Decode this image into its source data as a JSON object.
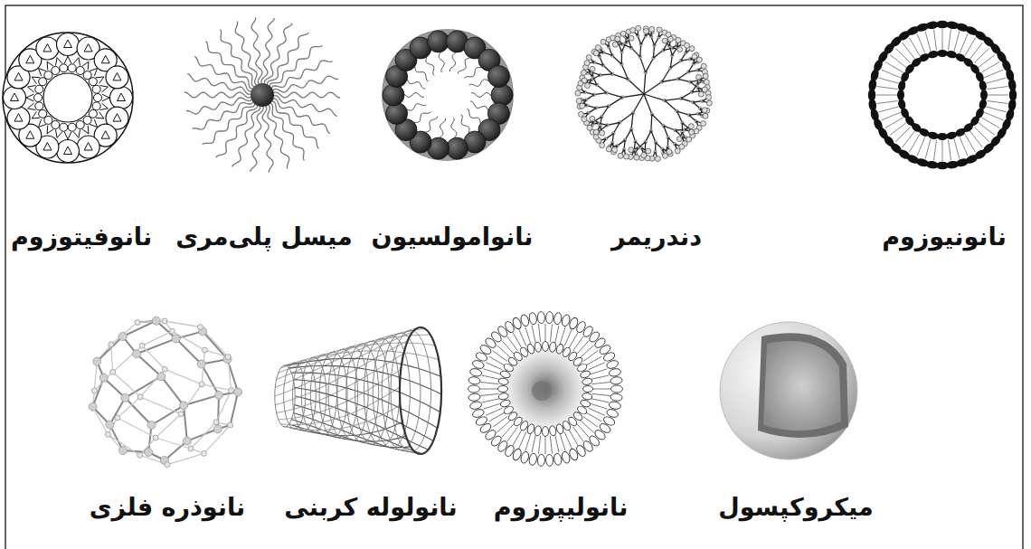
{
  "diagram": {
    "labels": [
      "نانونیوزوم",
      "دندریمر",
      "نانوامولسیون",
      "میسل پلی‌مری",
      "نانوفیتوزوم",
      "میکروکپسول",
      "نانولیپوزوم",
      "نانولوله کربنی",
      "نانوذره فلزی"
    ]
  }
}
